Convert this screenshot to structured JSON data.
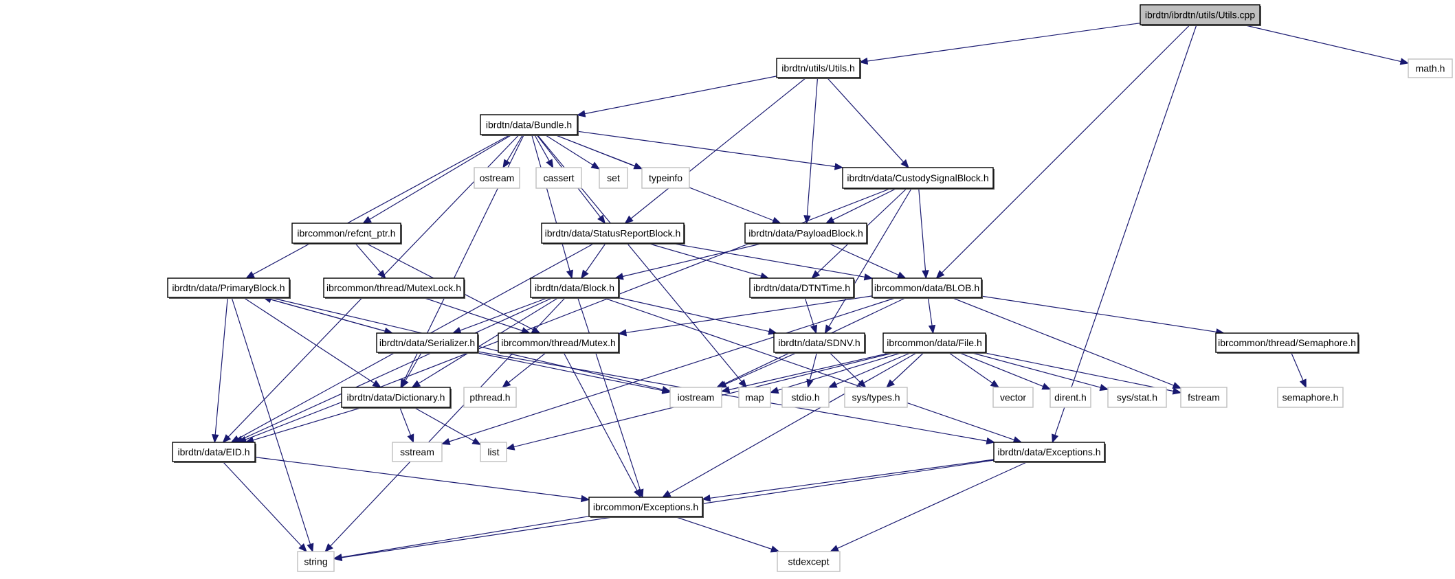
{
  "title": "Include dependency graph for ibrdtn/ibrdtn/utils/Utils.cpp",
  "colors": {
    "edge": "#191970",
    "root_fill": "#bfbfbf",
    "node_border": "#000000",
    "external_border": "#bfbfbf"
  },
  "nodes": [
    {
      "id": "utils_cpp",
      "label": "ibrdtn/ibrdtn/utils/Utils.cpp",
      "kind": "root"
    },
    {
      "id": "math_h",
      "label": "math.h",
      "kind": "external"
    },
    {
      "id": "utils_h",
      "label": "ibrdtn/utils/Utils.h",
      "kind": "local"
    },
    {
      "id": "bundle_h",
      "label": "ibrdtn/data/Bundle.h",
      "kind": "local"
    },
    {
      "id": "ostream",
      "label": "ostream",
      "kind": "external"
    },
    {
      "id": "cassert",
      "label": "cassert",
      "kind": "external"
    },
    {
      "id": "set",
      "label": "set",
      "kind": "external"
    },
    {
      "id": "typeinfo",
      "label": "typeinfo",
      "kind": "external"
    },
    {
      "id": "custody_h",
      "label": "ibrdtn/data/CustodySignalBlock.h",
      "kind": "local"
    },
    {
      "id": "refcnt_h",
      "label": "ibrcommon/refcnt_ptr.h",
      "kind": "local"
    },
    {
      "id": "status_h",
      "label": "ibrdtn/data/StatusReportBlock.h",
      "kind": "local"
    },
    {
      "id": "payload_h",
      "label": "ibrdtn/data/PayloadBlock.h",
      "kind": "local"
    },
    {
      "id": "primary_h",
      "label": "ibrdtn/data/PrimaryBlock.h",
      "kind": "local"
    },
    {
      "id": "mutexlock_h",
      "label": "ibrcommon/thread/MutexLock.h",
      "kind": "local"
    },
    {
      "id": "block_h",
      "label": "ibrdtn/data/Block.h",
      "kind": "local"
    },
    {
      "id": "dtntime_h",
      "label": "ibrdtn/data/DTNTime.h",
      "kind": "local"
    },
    {
      "id": "blob_h",
      "label": "ibrcommon/data/BLOB.h",
      "kind": "local"
    },
    {
      "id": "serializer_h",
      "label": "ibrdtn/data/Serializer.h",
      "kind": "local"
    },
    {
      "id": "mutex_h",
      "label": "ibrcommon/thread/Mutex.h",
      "kind": "local"
    },
    {
      "id": "sdnv_h",
      "label": "ibrdtn/data/SDNV.h",
      "kind": "local"
    },
    {
      "id": "file_h",
      "label": "ibrcommon/data/File.h",
      "kind": "local"
    },
    {
      "id": "semaphore_cls_h",
      "label": "ibrcommon/thread/Semaphore.h",
      "kind": "local"
    },
    {
      "id": "dictionary_h",
      "label": "ibrdtn/data/Dictionary.h",
      "kind": "local"
    },
    {
      "id": "pthread_h",
      "label": "pthread.h",
      "kind": "external"
    },
    {
      "id": "iostream",
      "label": "iostream",
      "kind": "external"
    },
    {
      "id": "map",
      "label": "map",
      "kind": "external"
    },
    {
      "id": "stdio_h",
      "label": "stdio.h",
      "kind": "external"
    },
    {
      "id": "systypes_h",
      "label": "sys/types.h",
      "kind": "external"
    },
    {
      "id": "vector",
      "label": "vector",
      "kind": "external"
    },
    {
      "id": "dirent_h",
      "label": "dirent.h",
      "kind": "external"
    },
    {
      "id": "sysstat_h",
      "label": "sys/stat.h",
      "kind": "external"
    },
    {
      "id": "fstream",
      "label": "fstream",
      "kind": "external"
    },
    {
      "id": "semaphore_h",
      "label": "semaphore.h",
      "kind": "external"
    },
    {
      "id": "eid_h",
      "label": "ibrdtn/data/EID.h",
      "kind": "local"
    },
    {
      "id": "sstream",
      "label": "sstream",
      "kind": "external"
    },
    {
      "id": "list",
      "label": "list",
      "kind": "external"
    },
    {
      "id": "dtn_exceptions_h",
      "label": "ibrdtn/data/Exceptions.h",
      "kind": "local"
    },
    {
      "id": "common_exceptions_h",
      "label": "ibrcommon/Exceptions.h",
      "kind": "local"
    },
    {
      "id": "string",
      "label": "string",
      "kind": "external"
    },
    {
      "id": "stdexcept",
      "label": "stdexcept",
      "kind": "external"
    }
  ],
  "edges": [
    [
      "utils_cpp",
      "utils_h"
    ],
    [
      "utils_cpp",
      "math_h"
    ],
    [
      "utils_cpp",
      "blob_h"
    ],
    [
      "utils_cpp",
      "dtn_exceptions_h"
    ],
    [
      "utils_h",
      "bundle_h"
    ],
    [
      "utils_h",
      "custody_h"
    ],
    [
      "utils_h",
      "status_h"
    ],
    [
      "utils_h",
      "payload_h"
    ],
    [
      "bundle_h",
      "ostream"
    ],
    [
      "bundle_h",
      "cassert"
    ],
    [
      "bundle_h",
      "set"
    ],
    [
      "bundle_h",
      "typeinfo"
    ],
    [
      "bundle_h",
      "custody_h"
    ],
    [
      "bundle_h",
      "refcnt_h"
    ],
    [
      "bundle_h",
      "status_h"
    ],
    [
      "bundle_h",
      "payload_h"
    ],
    [
      "bundle_h",
      "primary_h"
    ],
    [
      "bundle_h",
      "block_h"
    ],
    [
      "bundle_h",
      "eid_h"
    ],
    [
      "bundle_h",
      "dictionary_h"
    ],
    [
      "bundle_h",
      "map"
    ],
    [
      "custody_h",
      "payload_h"
    ],
    [
      "custody_h",
      "blob_h"
    ],
    [
      "custody_h",
      "dtntime_h"
    ],
    [
      "custody_h",
      "sdnv_h"
    ],
    [
      "custody_h",
      "eid_h"
    ],
    [
      "refcnt_h",
      "mutexlock_h"
    ],
    [
      "refcnt_h",
      "mutex_h"
    ],
    [
      "status_h",
      "block_h"
    ],
    [
      "status_h",
      "dtntime_h"
    ],
    [
      "status_h",
      "blob_h"
    ],
    [
      "status_h",
      "eid_h"
    ],
    [
      "payload_h",
      "block_h"
    ],
    [
      "payload_h",
      "blob_h"
    ],
    [
      "primary_h",
      "serializer_h"
    ],
    [
      "primary_h",
      "dictionary_h"
    ],
    [
      "primary_h",
      "eid_h"
    ],
    [
      "primary_h",
      "string"
    ],
    [
      "primary_h",
      "iostream"
    ],
    [
      "mutexlock_h",
      "mutex_h"
    ],
    [
      "block_h",
      "serializer_h"
    ],
    [
      "block_h",
      "dictionary_h"
    ],
    [
      "block_h",
      "eid_h"
    ],
    [
      "block_h",
      "sdnv_h"
    ],
    [
      "block_h",
      "string"
    ],
    [
      "block_h",
      "common_exceptions_h"
    ],
    [
      "block_h",
      "dtn_exceptions_h"
    ],
    [
      "dtntime_h",
      "sdnv_h"
    ],
    [
      "blob_h",
      "mutex_h"
    ],
    [
      "blob_h",
      "file_h"
    ],
    [
      "blob_h",
      "semaphore_cls_h"
    ],
    [
      "blob_h",
      "iostream"
    ],
    [
      "blob_h",
      "sstream"
    ],
    [
      "blob_h",
      "fstream"
    ],
    [
      "serializer_h",
      "primary_h"
    ],
    [
      "serializer_h",
      "dictionary_h"
    ],
    [
      "serializer_h",
      "iostream"
    ],
    [
      "serializer_h",
      "dtn_exceptions_h"
    ],
    [
      "mutex_h",
      "pthread_h"
    ],
    [
      "mutex_h",
      "common_exceptions_h"
    ],
    [
      "sdnv_h",
      "iostream"
    ],
    [
      "sdnv_h",
      "stdio_h"
    ],
    [
      "sdnv_h",
      "systypes_h"
    ],
    [
      "file_h",
      "iostream"
    ],
    [
      "file_h",
      "map"
    ],
    [
      "file_h",
      "stdio_h"
    ],
    [
      "file_h",
      "systypes_h"
    ],
    [
      "file_h",
      "vector"
    ],
    [
      "file_h",
      "dirent_h"
    ],
    [
      "file_h",
      "sysstat_h"
    ],
    [
      "file_h",
      "fstream"
    ],
    [
      "file_h",
      "list"
    ],
    [
      "file_h",
      "common_exceptions_h"
    ],
    [
      "semaphore_cls_h",
      "semaphore_h"
    ],
    [
      "dictionary_h",
      "eid_h"
    ],
    [
      "dictionary_h",
      "sstream"
    ],
    [
      "dictionary_h",
      "list"
    ],
    [
      "eid_h",
      "common_exceptions_h"
    ],
    [
      "eid_h",
      "string"
    ],
    [
      "dtn_exceptions_h",
      "common_exceptions_h"
    ],
    [
      "dtn_exceptions_h",
      "string"
    ],
    [
      "dtn_exceptions_h",
      "stdexcept"
    ],
    [
      "common_exceptions_h",
      "string"
    ],
    [
      "common_exceptions_h",
      "stdexcept"
    ]
  ]
}
